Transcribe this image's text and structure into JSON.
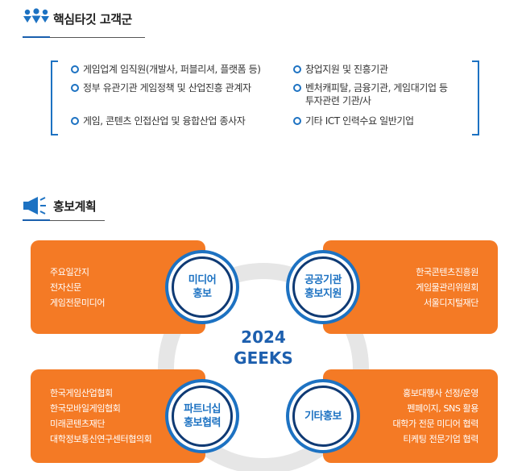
{
  "section_targets": {
    "title": "핵심타깃 고객군",
    "icon": "people-group-icon",
    "items_left": [
      "게임업계 임직원(개발사, 퍼블리셔, 플랫폼 등)",
      "정부 유관기관 게임정책 및 산업진흥 관계자",
      "게임, 콘텐츠 인접산업 및 융합산업 종사자"
    ],
    "items_right": [
      "창업지원 및 진흥기관",
      "벤처캐피탈, 금융기관, 게임대기업 등",
      "투자관련 기관/사",
      "기타 ICT 인력수요 일반기업"
    ]
  },
  "section_promo": {
    "title": "홍보계획",
    "icon": "megaphone-icon",
    "center": {
      "line1": "2024",
      "line2": "GEEKS"
    },
    "media": {
      "label1": "미디어",
      "label2": "홍보",
      "items": [
        "주요일간지",
        "전자신문",
        "게임전문미디어"
      ]
    },
    "public": {
      "label1": "공공기관",
      "label2": "홍보지원",
      "items": [
        "한국콘텐츠진흥원",
        "게임물관리위원회",
        "서울디지털재단"
      ]
    },
    "partner": {
      "label1": "파트너십",
      "label2": "홍보협력",
      "items": [
        "한국게임산업협회",
        "한국모바일게임협회",
        "미래콘텐츠재단",
        "대학정보통신연구센터협의회"
      ]
    },
    "etc": {
      "label1": "기타홍보",
      "items": [
        "홍보대행사 선정/운영",
        "펜페이지, SNS 활용",
        "대학가 전문 미디어 협력",
        "티케팅 전문기업 협력"
      ]
    }
  },
  "colors": {
    "accent_blue": "#1d72c2",
    "accent_orange": "#f47a25",
    "ring_gray": "#e6e6e6"
  }
}
